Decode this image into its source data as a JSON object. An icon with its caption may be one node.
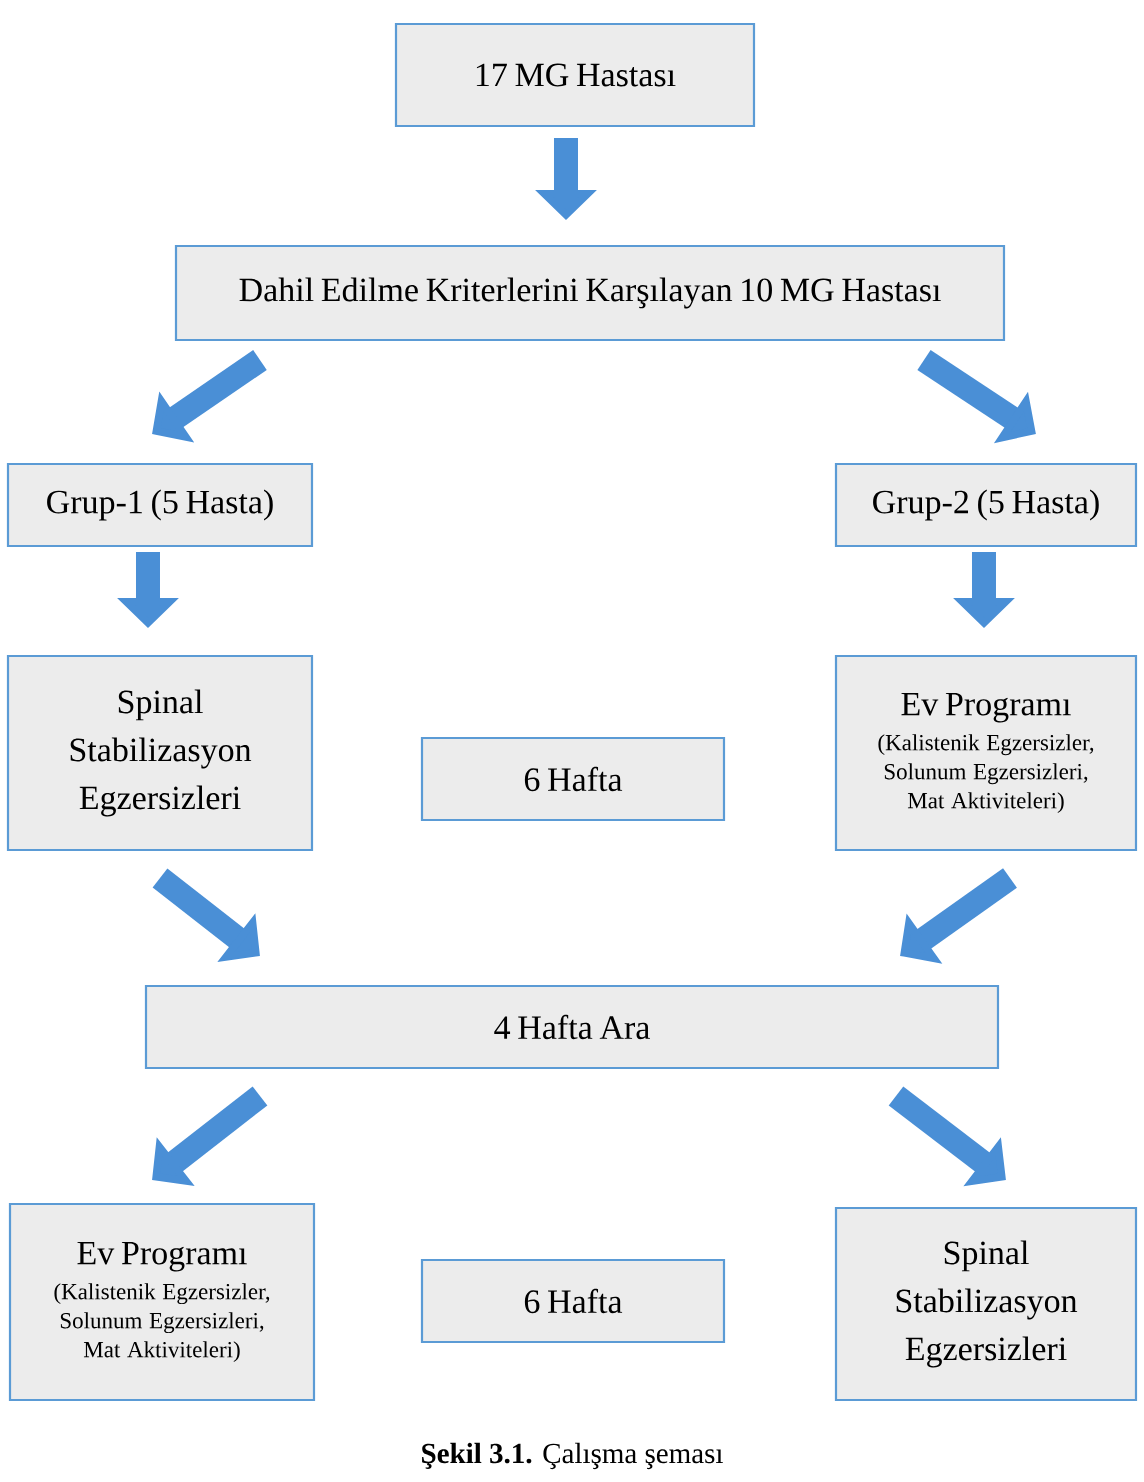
{
  "diagram": {
    "caption": "**Şekil 3.1.** Çalışma şeması",
    "nodes": [
      {
        "text": [
          "17 MG Hastası"
        ]
      },
      {
        "text": [
          "Dahil Edilme Kriterlerini Karşılayan 10 MG Hastası"
        ]
      },
      {
        "text": [
          "Grup-1 (5 Hasta)"
        ]
      },
      {
        "text": [
          "Grup-2 (5 Hasta)"
        ]
      },
      {
        "text": [
          "Spinal Stabilizasyon Egzersizleri"
        ]
      },
      {
        "text": [
          "6 Hafta"
        ]
      },
      {
        "text": [
          "Ev Programı",
          "(Kalistenik Egzersizler, Solunum Egzersizleri, Mat Aktiviteleri)"
        ]
      },
      {
        "text": [
          "4 Hafta Ara"
        ]
      },
      {
        "text": [
          "Ev Programı",
          "(Kalistenik Egzersizler, Solunum Egzersizleri, Mat Aktiviteleri)"
        ]
      },
      {
        "text": [
          "6 Hafta"
        ]
      },
      {
        "text": [
          "Spinal Stabilizasyon Egzersizleri"
        ]
      }
    ],
    "edges": [
      {
        "from": 0,
        "to": 1,
        "arrow": "to"
      },
      {
        "from": 1,
        "to": 2,
        "arrow": "to"
      },
      {
        "from": 1,
        "to": 3,
        "arrow": "to"
      },
      {
        "from": 2,
        "to": 4,
        "arrow": "to"
      },
      {
        "from": 3,
        "to": 6,
        "arrow": "to"
      },
      {
        "from": 4,
        "to": 7,
        "arrow": "to"
      },
      {
        "from": 6,
        "to": 7,
        "arrow": "to"
      },
      {
        "from": 7,
        "to": 8,
        "arrow": "to"
      },
      {
        "from": 7,
        "to": 10,
        "arrow": "to"
      }
    ]
  }
}
